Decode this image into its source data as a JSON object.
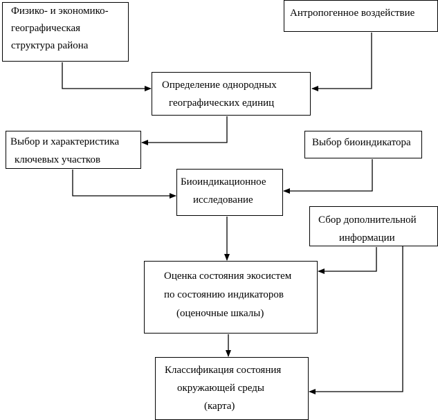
{
  "diagram": {
    "boxes": {
      "structure": {
        "lines": [
          "Физико- и экономико-",
          "географическая",
          "структура района"
        ]
      },
      "anthropogenic": {
        "lines": [
          "Антропогенное воздействие"
        ]
      },
      "units": {
        "lines": [
          "Определение однородных",
          "географических единиц"
        ]
      },
      "key_sites": {
        "lines": [
          "Выбор и характеристика",
          "ключевых участков"
        ]
      },
      "bioindicator_choice": {
        "lines": [
          "Выбор биоиндикатора"
        ]
      },
      "bioindication_study": {
        "lines": [
          "Биоиндикационное",
          "исследование"
        ]
      },
      "extra_info": {
        "lines": [
          "Сбор дополнительной",
          "информации"
        ]
      },
      "assessment": {
        "lines": [
          "Оценка состояния экосистем",
          "по состоянию индикаторов",
          "(оценочные шкалы)"
        ]
      },
      "classification": {
        "lines": [
          "Классификация состояния",
          "окружающей среды",
          "(карта)"
        ]
      }
    },
    "connections": [
      {
        "from": "structure",
        "to": "units"
      },
      {
        "from": "anthropogenic",
        "to": "units"
      },
      {
        "from": "units",
        "to": "key_sites"
      },
      {
        "from": "key_sites",
        "to": "bioindication_study"
      },
      {
        "from": "bioindicator_choice",
        "to": "bioindication_study"
      },
      {
        "from": "bioindication_study",
        "to": "assessment"
      },
      {
        "from": "extra_info",
        "to": "assessment"
      },
      {
        "from": "extra_info",
        "to": "classification"
      },
      {
        "from": "assessment",
        "to": "classification"
      }
    ]
  }
}
